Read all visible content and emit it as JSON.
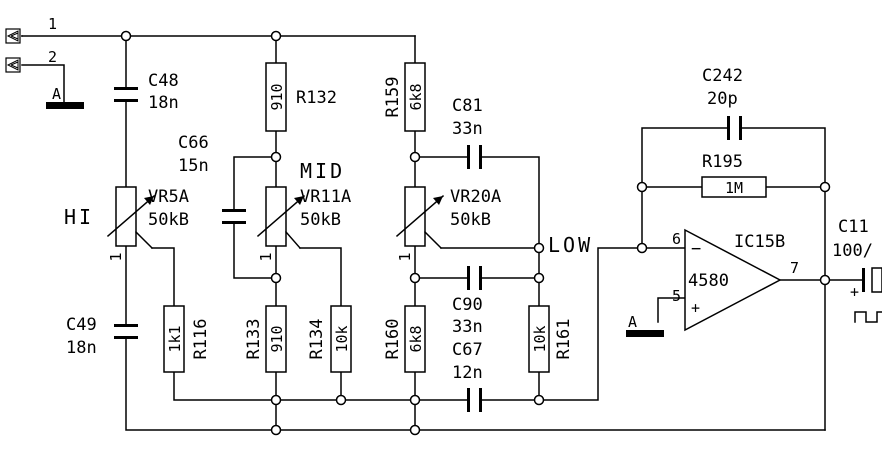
{
  "connectors": [
    {
      "number": "1"
    },
    {
      "number": "2"
    }
  ],
  "ground_label": "A",
  "capacitors": {
    "c48": {
      "name": "C48",
      "value": "18n"
    },
    "c49": {
      "name": "C49",
      "value": "18n"
    },
    "c66": {
      "name": "C66",
      "value": "15n"
    },
    "c81": {
      "name": "C81",
      "value": "33n"
    },
    "c90": {
      "name": "C90",
      "value": "33n"
    },
    "c67": {
      "name": "C67",
      "value": "12n"
    },
    "c242": {
      "name": "C242",
      "value": "20p"
    },
    "c11": {
      "name": "C11",
      "value": "100/"
    }
  },
  "resistors": {
    "r132": {
      "name": "R132",
      "value": "910"
    },
    "r159": {
      "name": "R159",
      "value": "6k8"
    },
    "r116": {
      "name": "R116",
      "value": "1k1"
    },
    "r133": {
      "name": "R133",
      "value": "910"
    },
    "r134": {
      "name": "R134",
      "value": "10k"
    },
    "r160": {
      "name": "R160",
      "value": "6k8"
    },
    "r161": {
      "name": "R161",
      "value": "10k"
    },
    "r195": {
      "name": "R195",
      "value": "1M"
    }
  },
  "potentiometers": {
    "vr5a": {
      "name": "VR5A",
      "value": "50kB",
      "pin": "1"
    },
    "vr11a": {
      "name": "VR11A",
      "value": "50kB",
      "pin": "1"
    },
    "vr20a": {
      "name": "VR20A",
      "value": "50kB",
      "pin": "1"
    }
  },
  "band_labels": {
    "hi": "HI",
    "mid": "MID",
    "low": "LOW"
  },
  "opamp": {
    "name": "IC15B",
    "part": "4580",
    "pin_inv": "6",
    "pin_noninv": "5",
    "pin_out": "7",
    "sign_inv": "−",
    "sign_noninv": "+"
  },
  "polarity_plus": "+"
}
